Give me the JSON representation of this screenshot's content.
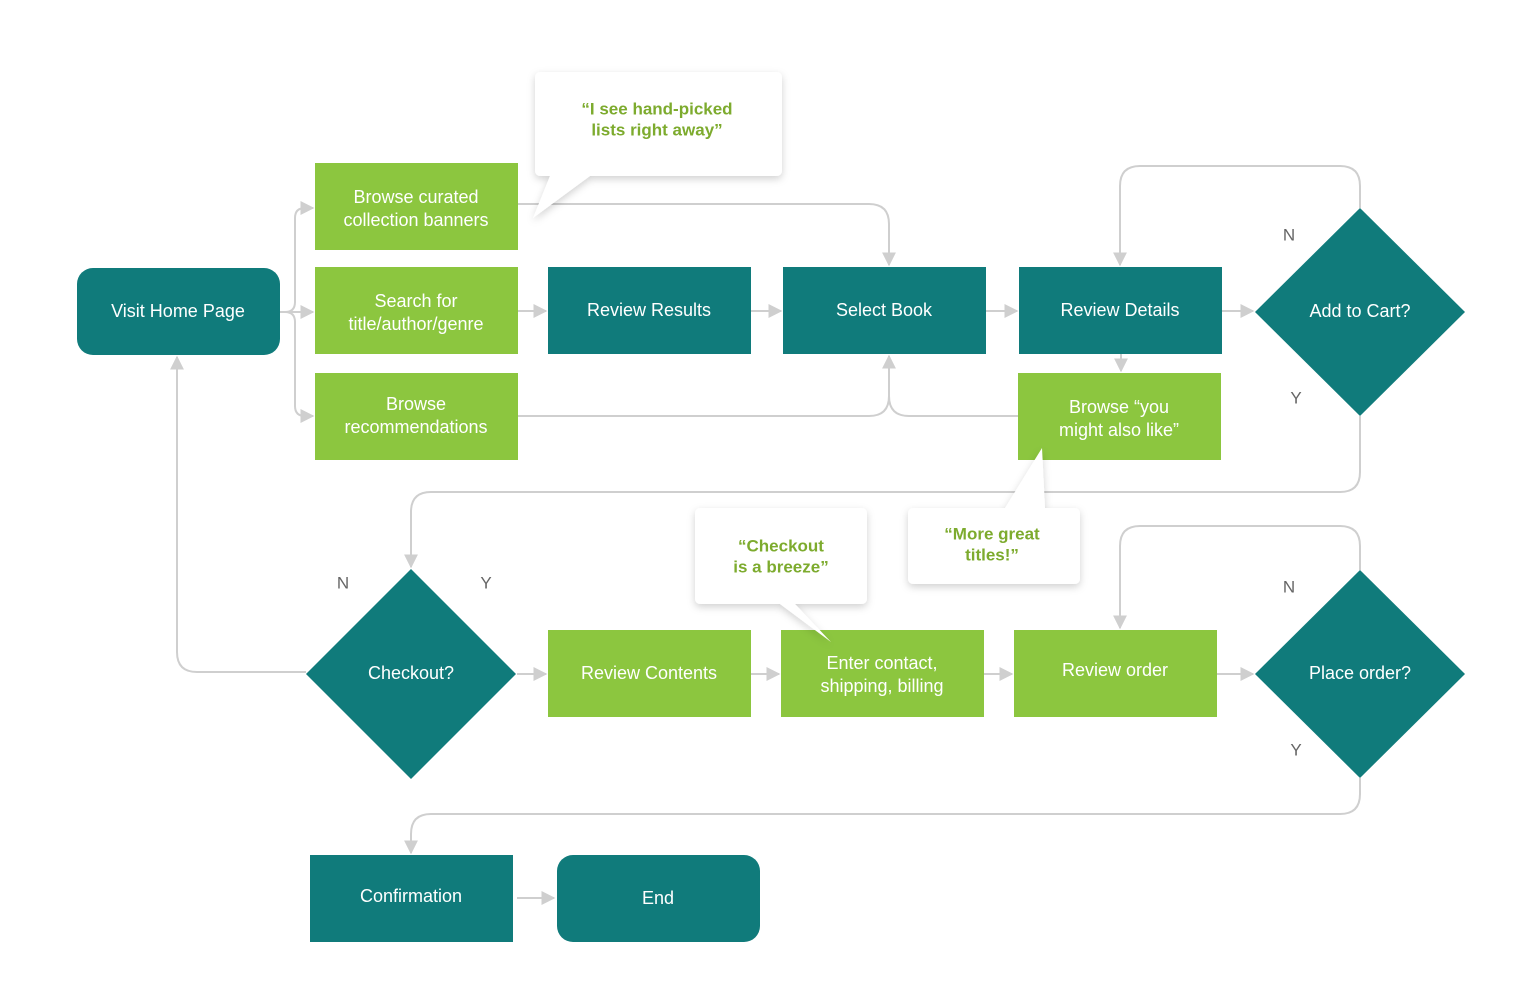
{
  "colors": {
    "teal": "#107b7b",
    "green": "#8cc63f",
    "connector": "#cfcfcf",
    "quote_text": "#7dab2e",
    "branch_text": "#666666"
  },
  "nodes": {
    "visit_home": "Visit Home Page",
    "browse_curated": [
      "Browse curated",
      "collection banners"
    ],
    "search": [
      "Search for",
      "title/author/genre"
    ],
    "browse_recs": [
      "Browse",
      "recommendations"
    ],
    "review_results": "Review Results",
    "select_book": "Select Book",
    "review_details": "Review Details",
    "add_to_cart": "Add to Cart?",
    "browse_also_like": [
      "Browse “you",
      "might also like”"
    ],
    "checkout": "Checkout?",
    "review_contents": "Review Contents",
    "enter_contact": [
      "Enter contact,",
      "shipping, billing"
    ],
    "review_order": "Review order",
    "place_order": "Place order?",
    "confirmation": "Confirmation",
    "end": "End"
  },
  "callouts": {
    "hand_picked": [
      "“I see hand-picked",
      "lists right away”"
    ],
    "more_titles": [
      "“More great",
      "titles!”"
    ],
    "checkout_breeze": [
      "“Checkout",
      "is a breeze”"
    ]
  },
  "branches": {
    "add_cart_no": "N",
    "add_cart_yes": "Y",
    "checkout_no": "N",
    "checkout_yes": "Y",
    "place_order_no": "N",
    "place_order_yes": "Y"
  }
}
